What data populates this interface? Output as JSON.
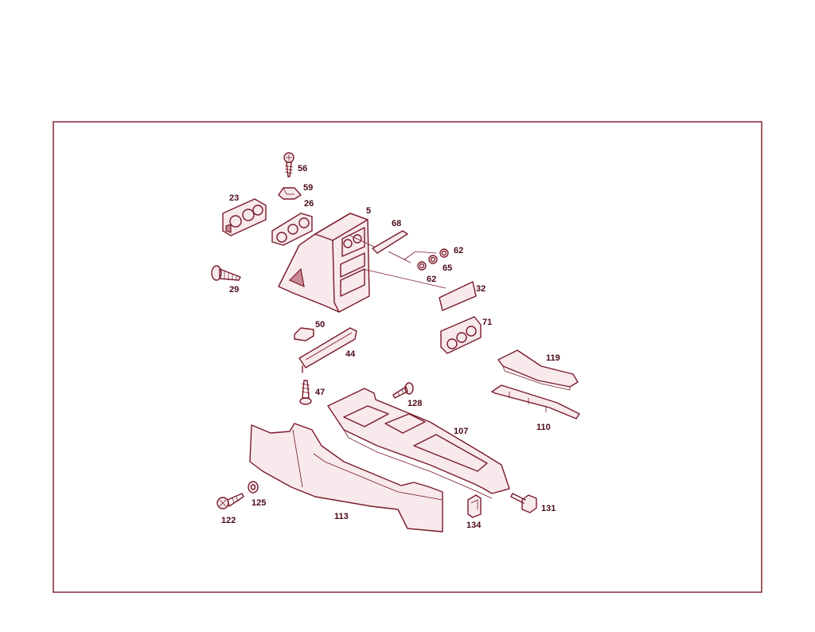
{
  "diagram": {
    "callouts": {
      "p56": "56",
      "p59": "59",
      "p23": "23",
      "p26": "26",
      "p5": "5",
      "p68": "68",
      "p62a": "62",
      "p65": "65",
      "p62b": "62",
      "p32": "32",
      "p29": "29",
      "p71": "71",
      "p50": "50",
      "p44": "44",
      "p119": "119",
      "p47": "47",
      "p128": "128",
      "p107": "107",
      "p110": "110",
      "p125": "125",
      "p122": "122",
      "p113": "113",
      "p134": "134",
      "p131": "131"
    }
  }
}
